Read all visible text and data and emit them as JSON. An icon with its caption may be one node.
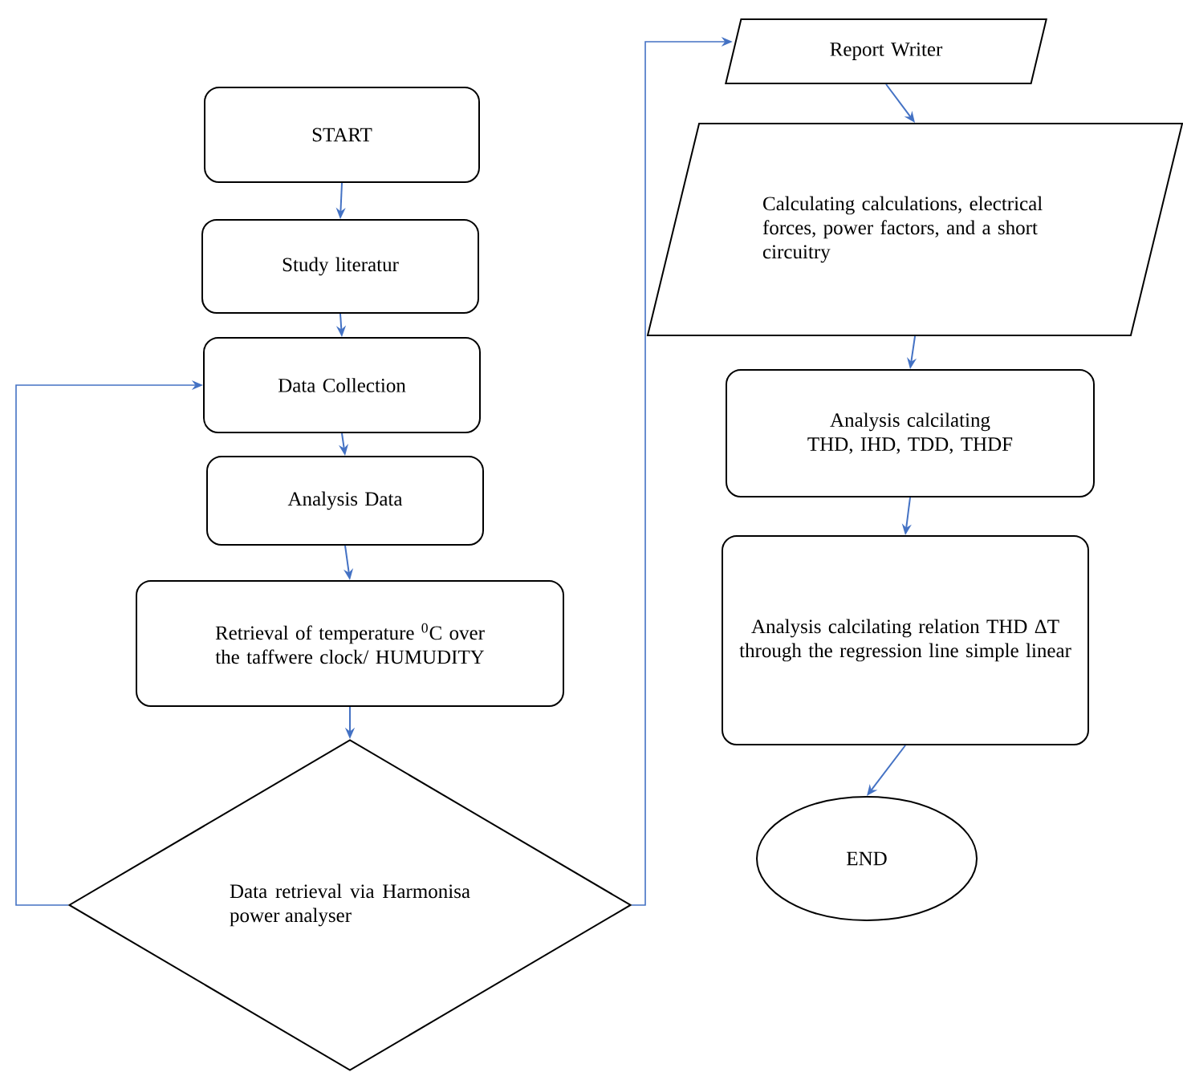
{
  "diagram": {
    "nodes": [
      {
        "text": [
          "START"
        ]
      },
      {
        "text": [
          "Study literatur"
        ]
      },
      {
        "text": [
          "Data Collection"
        ]
      },
      {
        "text": [
          "Analysis Data"
        ]
      },
      {
        "text": [
          "Retrieval of temperature $^{0}$C over the taffwere clock/ HUMUDITY"
        ]
      },
      {
        "text": [
          "Data retrieval via Harmonisa power analyser"
        ]
      },
      {
        "text": [
          "Report Writer"
        ]
      },
      {
        "text": [
          "Calculating calculations, electrical forces, power factors, and a short circuitry"
        ]
      },
      {
        "text": [
          "Analysis calcilating THD, IHD, TDD, THDF"
        ]
      },
      {
        "text": [
          "Analysis calcilating relation THD ΔT through the regression line simple linear"
        ]
      },
      {
        "text": [
          "END"
        ]
      }
    ],
    "edges": [
      {
        "from": 0,
        "to": 1,
        "arrow": "to"
      },
      {
        "from": 1,
        "to": 2,
        "arrow": "to"
      },
      {
        "from": 2,
        "to": 3,
        "arrow": "to"
      },
      {
        "from": 3,
        "to": 4,
        "arrow": "to"
      },
      {
        "from": 4,
        "to": 5,
        "arrow": "to"
      },
      {
        "from": 5,
        "to": 2,
        "arrow": "to"
      },
      {
        "from": 5,
        "to": 6,
        "arrow": "to"
      },
      {
        "from": 6,
        "to": 7,
        "arrow": "to"
      },
      {
        "from": 7,
        "to": 8,
        "arrow": "to"
      },
      {
        "from": 8,
        "to": 9,
        "arrow": "to"
      },
      {
        "from": 9,
        "to": 10,
        "arrow": "to"
      }
    ]
  }
}
